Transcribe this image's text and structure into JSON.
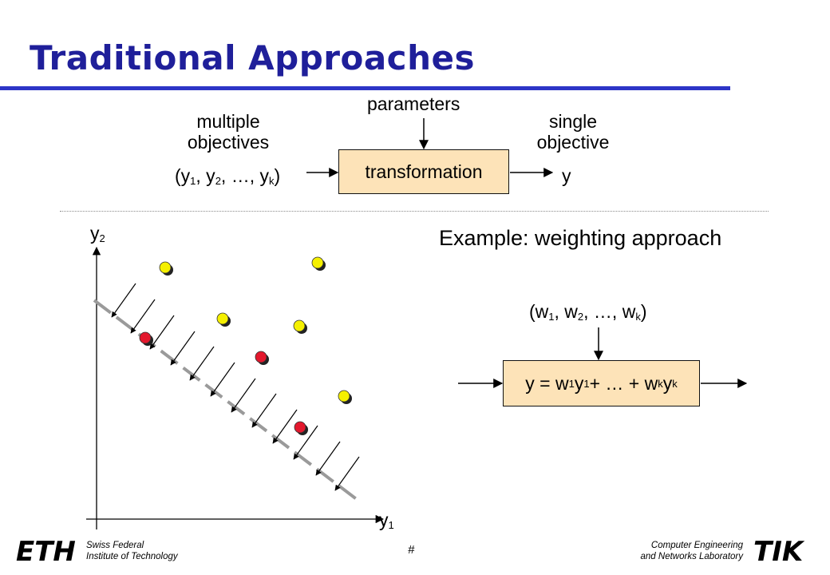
{
  "title": "Traditional Approaches",
  "top_diagram": {
    "parameters_label": "parameters",
    "left_label_line1": "multiple",
    "left_label_line2": "objectives",
    "right_label_line1": "single",
    "right_label_line2": "objective",
    "box_label": "transformation",
    "output_label": "y"
  },
  "example_title": "Example:  weighting approach",
  "weights_label": "(w1, w2, …, wk)",
  "plot": {
    "y_axis_label": "y2",
    "x_axis_label": "y1",
    "colors": {
      "feasible": "#f5f000",
      "optimal": "#e3182d",
      "line": "#9a9a9a"
    }
  },
  "footer": {
    "left_logo": "ETH",
    "left_line1": "Swiss Federal",
    "left_line2": "Institute of Technology",
    "page_number": "#",
    "right_line1": "Computer Engineering",
    "right_line2": "and Networks Laboratory",
    "right_logo": "TIK"
  }
}
